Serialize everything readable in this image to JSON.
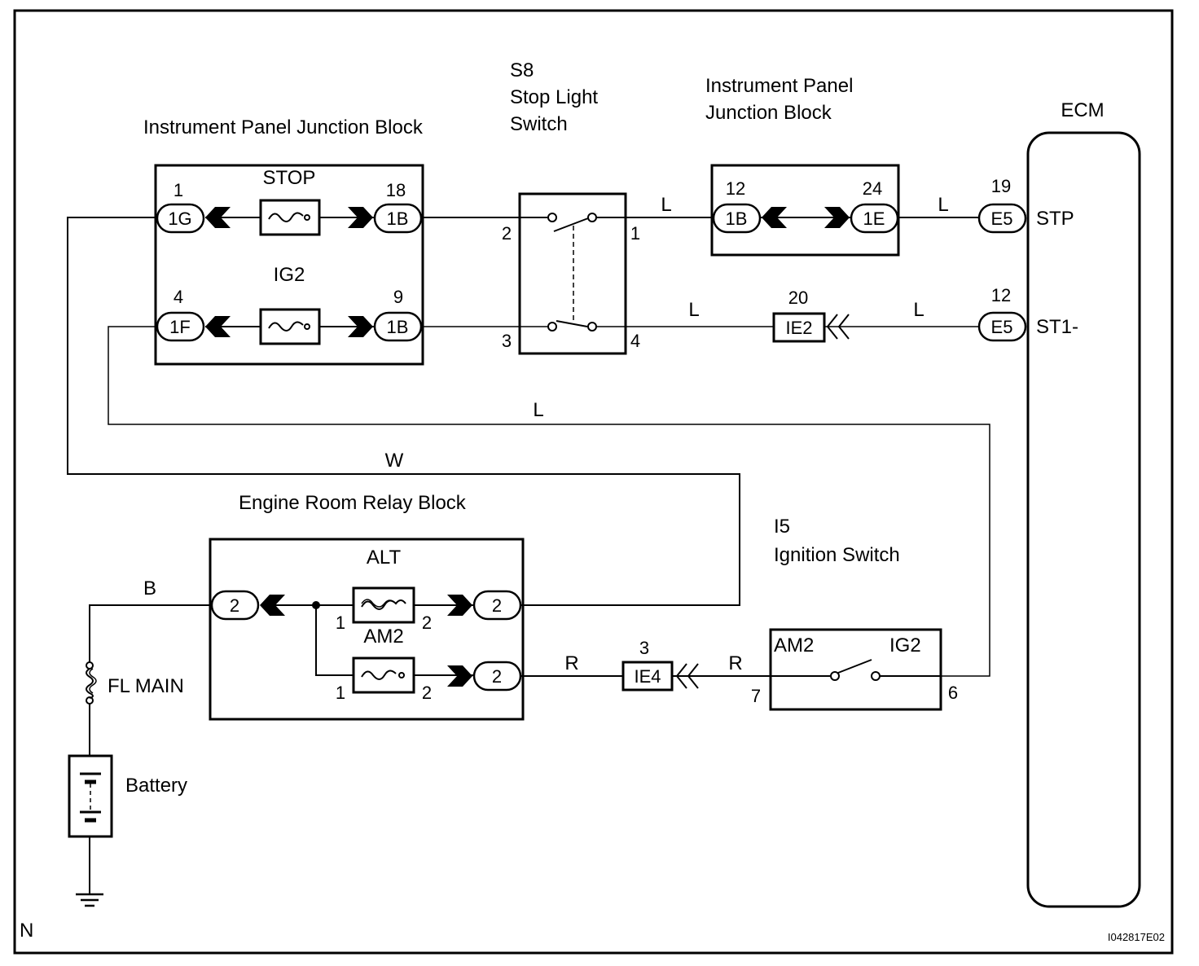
{
  "labels": {
    "ip_jb_left": "Instrument Panel Junction Block",
    "s8_code": "S8",
    "s8_line1": "Stop Light",
    "s8_line2": "Switch",
    "ip_jb_right_line1": "Instrument Panel",
    "ip_jb_right_line2": "Junction Block",
    "ecm": "ECM",
    "er_relay_block": "Engine Room Relay Block",
    "i5_code": "I5",
    "i5_name": "Ignition Switch",
    "fl_main": "FL MAIN",
    "battery": "Battery",
    "corner_n": "N",
    "figure_id": "I042817E02"
  },
  "fuses": {
    "stop": "STOP",
    "ig2": "IG2",
    "alt": "ALT",
    "am2": "AM2"
  },
  "connectors": {
    "c1g": "1G",
    "c1b_top": "1B",
    "c1f": "1F",
    "c1b_bot": "1B",
    "c1b_right": "1B",
    "c1e": "1E",
    "ie2": "IE2",
    "e5_top": "E5",
    "e5_bot": "E5",
    "er2_in": "2",
    "er2_alt": "2",
    "er2_am2": "2",
    "ie4": "IE4"
  },
  "pins": {
    "p1g": "1",
    "p18": "18",
    "p4": "4",
    "p9": "9",
    "s8_2": "2",
    "s8_1": "1",
    "s8_3": "3",
    "s8_4": "4",
    "p12_jb": "12",
    "p24": "24",
    "p20": "20",
    "p19": "19",
    "p12_e5": "12",
    "alt_1": "1",
    "alt_2": "2",
    "am2_1": "1",
    "am2_2": "2",
    "ie4_3": "3",
    "ig_7": "7",
    "ig_6": "6"
  },
  "terminals": {
    "stp": "STP",
    "st1": "ST1-",
    "am2": "AM2",
    "ig2": "IG2"
  },
  "wire_colors": {
    "l1": "L",
    "l2": "L",
    "l3": "L",
    "l4": "L",
    "l5": "L",
    "w": "W",
    "b": "B",
    "r1": "R",
    "r2": "R"
  }
}
